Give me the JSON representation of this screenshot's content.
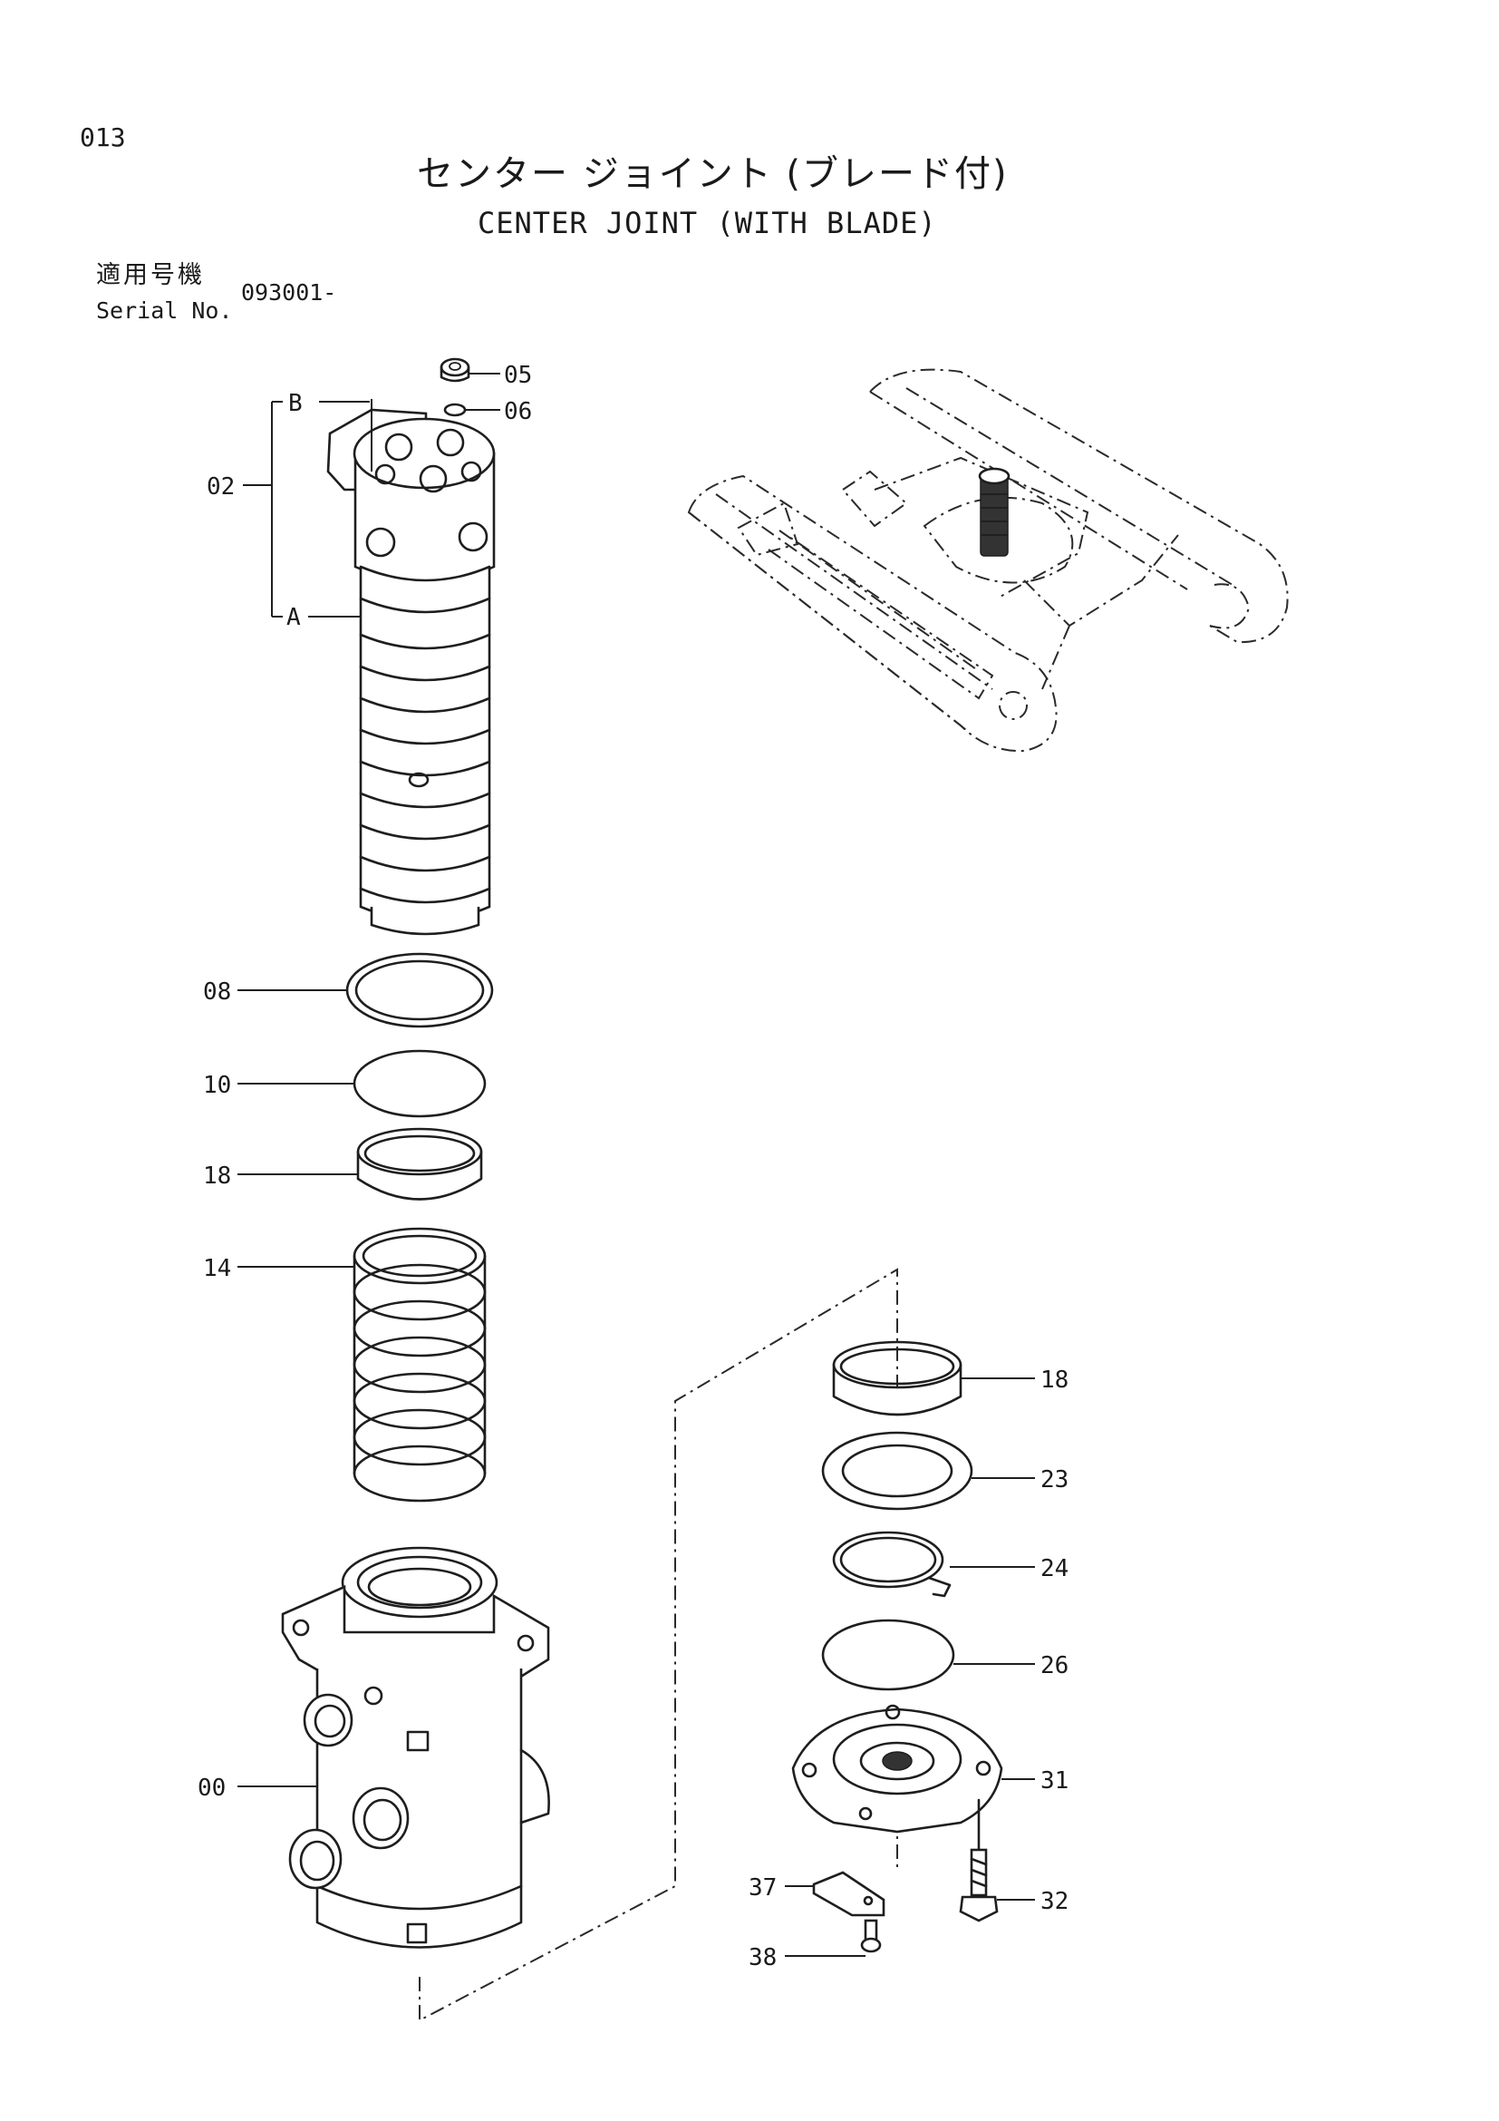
{
  "header": {
    "page_number": "013",
    "title_jp": "センター ジョイント (ブレード付)",
    "title_en": "CENTER JOINT (WITH BLADE)"
  },
  "serial": {
    "label_jp": "適用号機",
    "label_en": "Serial No.",
    "number": "093001-"
  },
  "callouts": {
    "c05": "05",
    "c06": "06",
    "c02": "02",
    "cB": "B",
    "cA": "A",
    "c08": "08",
    "c10": "10",
    "c18a": "18",
    "c14": "14",
    "c00": "00",
    "c18b": "18",
    "c23": "23",
    "c24": "24",
    "c26": "26",
    "c31": "31",
    "c32": "32",
    "c37": "37",
    "c38": "38"
  }
}
